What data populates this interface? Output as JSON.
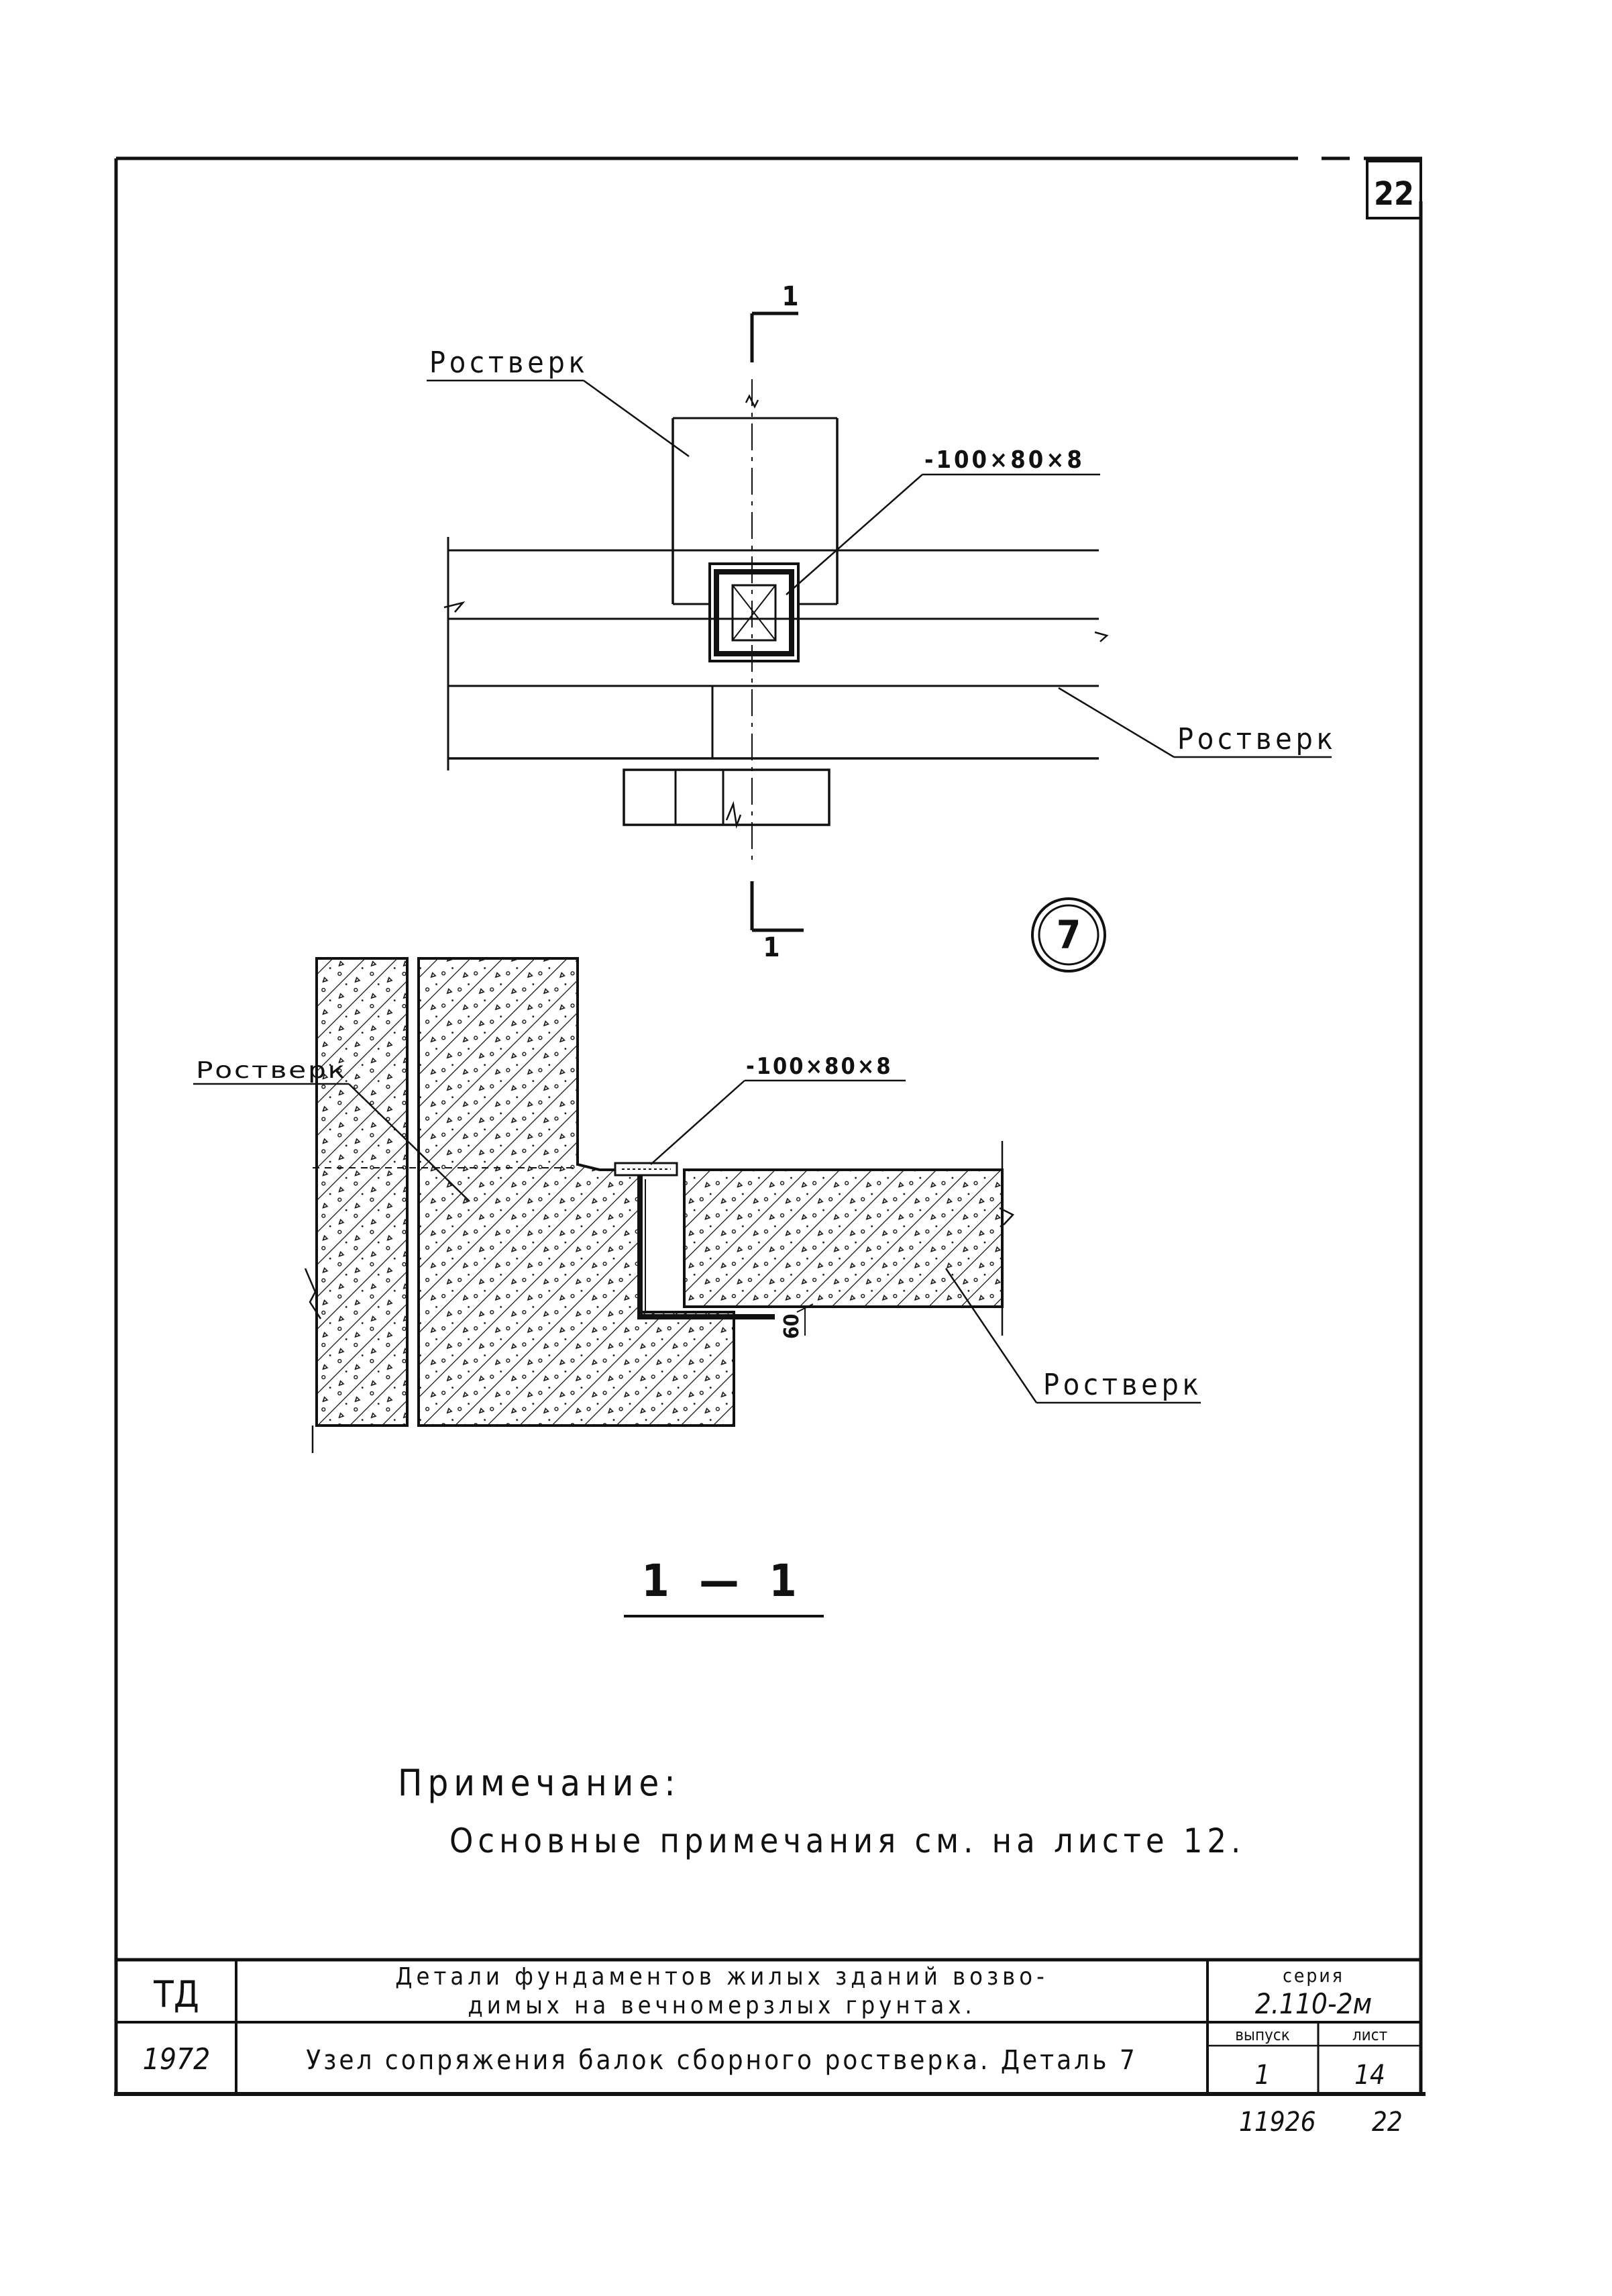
{
  "sheet": {
    "corner_number": "22",
    "footer_code": "11926",
    "footer_page": "22"
  },
  "plan": {
    "section_mark": "1",
    "label_grillage_top": "Ростверк",
    "label_grillage_right": "Ростверк",
    "plate_label": "-100×80×8"
  },
  "detail": {
    "number": "7"
  },
  "section": {
    "label_grillage_left": "Ростверк",
    "label_grillage_right": "Ростверк",
    "plate_label": "-100×80×8",
    "dimension": "60",
    "title": "1 — 1"
  },
  "note": {
    "heading": "Примечание:",
    "text": "Основные примечания см. на листе 12."
  },
  "title_block": {
    "org": "ТД",
    "year": "1972",
    "description_line1": "Детали фундаментов жилых зданий возво-",
    "description_line2": "димых на вечномерзлых грунтах.",
    "drawing_title": "Узел сопряжения балок сборного ростверка. Деталь 7",
    "series_label": "серия",
    "series_value": "2.110-2м",
    "issue_label": "выпуск",
    "issue_value": "1",
    "sheet_label": "лист",
    "sheet_value": "14"
  }
}
